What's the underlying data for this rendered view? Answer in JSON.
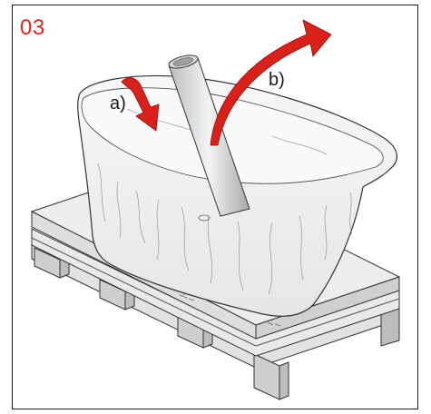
{
  "figure": {
    "step_number": "03",
    "step_color": "#e2231a",
    "arrow_color": "#d9211c",
    "labels": {
      "a": "a)",
      "b": "b)"
    },
    "icons": {
      "pallet": "wooden-pallet",
      "bathtub": "freestanding-bathtub-wrapped",
      "tube": "cardboard-tube",
      "arrow_a": "remove-arrow-a",
      "arrow_b": "lift-out-arrow-b"
    }
  }
}
